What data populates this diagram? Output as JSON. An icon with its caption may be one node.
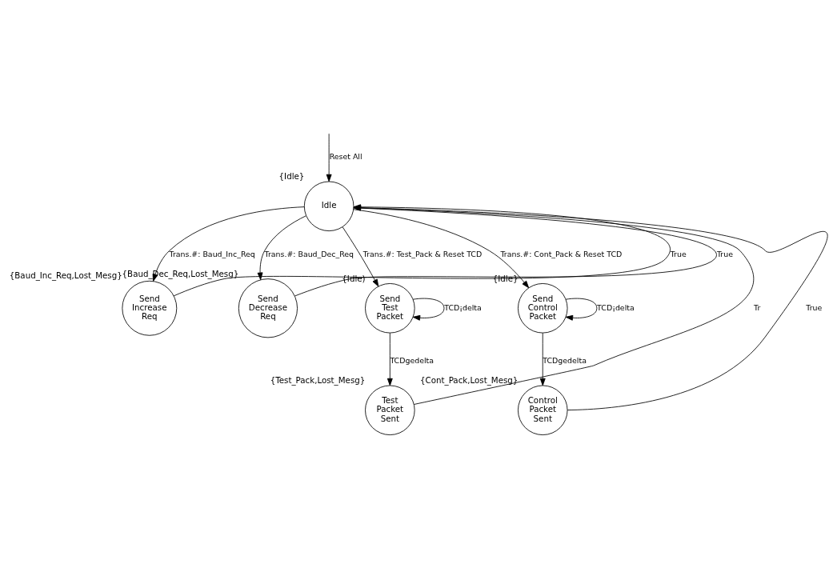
{
  "diagram": {
    "nodes": [
      {
        "text": [
          "Idle"
        ],
        "beside": [
          "{Idle}"
        ]
      },
      {
        "text": [
          "Send Increase Req"
        ],
        "beside": [
          "{Baud_Inc_Req,Lost_Mesg}"
        ]
      },
      {
        "text": [
          "Send Decrease Req"
        ],
        "beside": [
          "{Baud_Dec_Req,Lost_Mesg}"
        ]
      },
      {
        "text": [
          "Send Test Packet"
        ],
        "beside": [
          "{Idle)"
        ]
      },
      {
        "text": [
          "Test Packet Sent"
        ],
        "beside": [
          "{Test_Pack,Lost_Mesg}"
        ]
      },
      {
        "text": [
          "Send Control Packet"
        ],
        "beside": [
          "{Idle}"
        ]
      },
      {
        "text": [
          "Control Packet Sent"
        ],
        "beside": [
          "{Cont_Pack,Lost_Mesg}"
        ]
      }
    ],
    "edges": [
      {
        "from": null,
        "to": 0,
        "arrow": "to",
        "label": "Reset All"
      },
      {
        "from": 0,
        "to": 1,
        "arrow": "to",
        "label": "Trans.#: Baud_Inc_Req"
      },
      {
        "from": 1,
        "to": 0,
        "arrow": "to",
        "label": "True"
      },
      {
        "from": 0,
        "to": 2,
        "arrow": "to",
        "label": "Trans.#: Baud_Dec_Req"
      },
      {
        "from": 2,
        "to": 0,
        "arrow": "to",
        "label": "True"
      },
      {
        "from": 0,
        "to": 3,
        "arrow": "to",
        "label": "Trans.#: Test_Pack & Reset TCD"
      },
      {
        "from": 0,
        "to": 5,
        "arrow": "to",
        "label": "Trans.#: Cont_Pack & Reset TCD"
      },
      {
        "from": 3,
        "to": 3,
        "arrow": "to",
        "label": "TCD¡delta"
      },
      {
        "from": 3,
        "to": 4,
        "arrow": "to",
        "label": "TCDgedelta"
      },
      {
        "from": 4,
        "to": 0,
        "arrow": "to",
        "label": "Tr"
      },
      {
        "from": 5,
        "to": 5,
        "arrow": "to",
        "label": "TCD¡delta"
      },
      {
        "from": 5,
        "to": 6,
        "arrow": "to",
        "label": "TCDgedelta"
      },
      {
        "from": 6,
        "to": 0,
        "arrow": "to",
        "label": "True"
      }
    ]
  }
}
